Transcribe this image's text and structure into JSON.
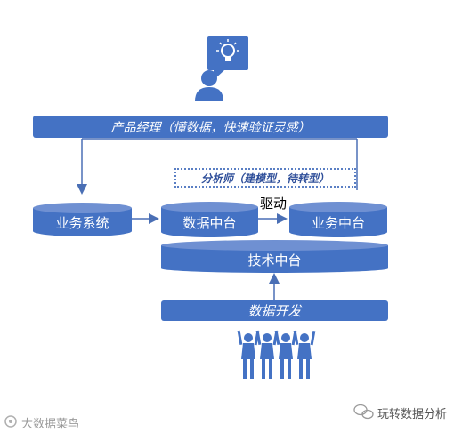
{
  "labels": {
    "product_manager": "产品经理（懂数据，快速验证灵感）",
    "analyst": "分析师（建模型，待转型）",
    "business_system": "业务系统",
    "data_platform": "数据中台",
    "business_platform": "业务中台",
    "drive": "驱动",
    "tech_platform": "技术中台",
    "data_development": "数据开发"
  },
  "watermarks": {
    "left": "大数据菜鸟",
    "right": "玩转数据分析"
  },
  "colors": {
    "primary": "#4472c4",
    "arrow": "#4a6fb5"
  },
  "icons": {
    "person_with_idea": "person-lightbulb-icon",
    "team": "team-cheering-icon"
  }
}
